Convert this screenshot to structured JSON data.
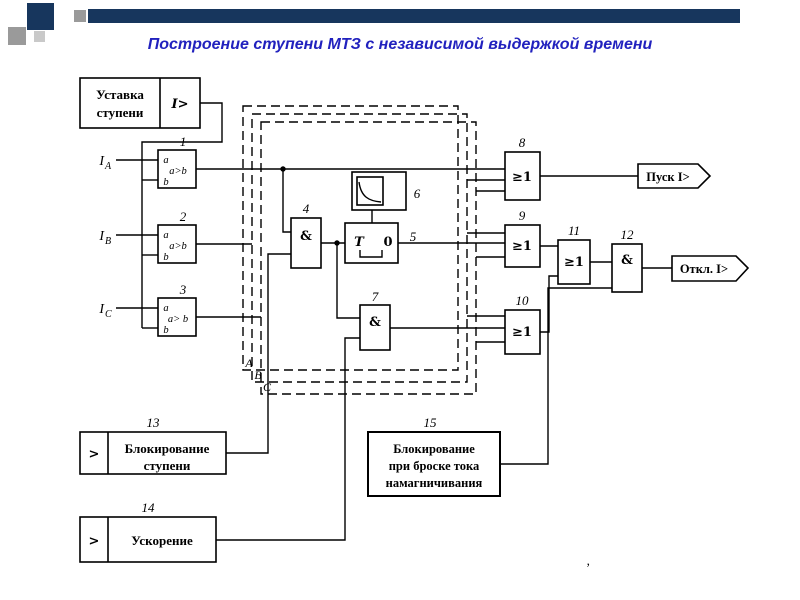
{
  "slide": {
    "title": "Построение ступени МТЗ с независимой выдержкой времени",
    "stray_mark": "’"
  },
  "setting_block": {
    "line1": "Уставка",
    "line2": "ступени",
    "symbol": "I>"
  },
  "inputs": {
    "ia": {
      "base": "I",
      "sub": "A"
    },
    "ib": {
      "base": "I",
      "sub": "B"
    },
    "ic": {
      "base": "I",
      "sub": "C"
    }
  },
  "comparators": [
    {
      "num": "1",
      "a": "a",
      "rel": "a>b",
      "b": "b"
    },
    {
      "num": "2",
      "a": "a",
      "rel": "a>b",
      "b": "b"
    },
    {
      "num": "3",
      "a": "a",
      "rel": "a> b",
      "b": "b"
    }
  ],
  "gates": {
    "g4": {
      "num": "4",
      "symbol": "&"
    },
    "g5": {
      "num": "5",
      "t": "T",
      "zero": "0"
    },
    "g6": {
      "num": "6"
    },
    "g7": {
      "num": "7",
      "symbol": "&"
    },
    "g8": {
      "num": "8",
      "symbol": "≥1"
    },
    "g9": {
      "num": "9",
      "symbol": "≥1"
    },
    "g10": {
      "num": "10",
      "symbol": "≥1"
    },
    "g11": {
      "num": "11",
      "symbol": "≥1"
    },
    "g12": {
      "num": "12",
      "symbol": "&"
    }
  },
  "phases": {
    "a": "A",
    "b": "B",
    "c": "C"
  },
  "blocks": {
    "b13": {
      "num": "13",
      "input_symbol": ">",
      "line1": "Блокирование",
      "line2": "ступени"
    },
    "b14": {
      "num": "14",
      "input_symbol": ">",
      "label": "Ускорение"
    },
    "b15": {
      "num": "15",
      "line1": "Блокирование",
      "line2": "при броске тока",
      "line3": "намагничивания"
    }
  },
  "outputs": {
    "start": "Пуск I>",
    "trip": "Откл. I>"
  }
}
